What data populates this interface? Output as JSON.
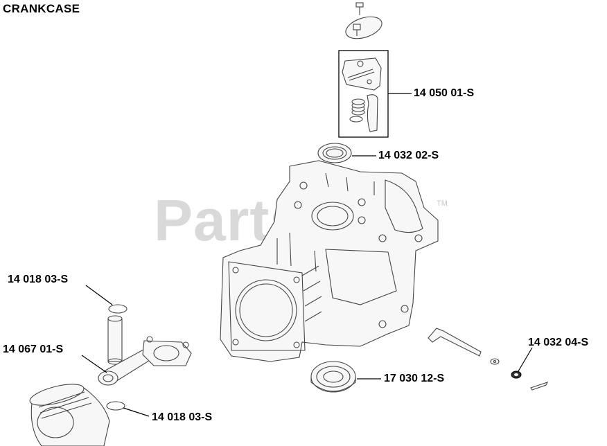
{
  "title": "CRANKCASE",
  "watermark": {
    "text": "PartsTree",
    "trademark": "TM"
  },
  "callouts": [
    {
      "id": "valve-kit",
      "part_number": "14 050 01-S"
    },
    {
      "id": "oil-seal-top",
      "part_number": "14 032 02-S"
    },
    {
      "id": "retaining-ring-upper",
      "part_number": "14 018 03-S"
    },
    {
      "id": "connecting-rod",
      "part_number": "14 067 01-S"
    },
    {
      "id": "retaining-ring-lower",
      "part_number": "14 018 03-S"
    },
    {
      "id": "ball-bearing",
      "part_number": "17 030 12-S"
    },
    {
      "id": "oil-seal-governor",
      "part_number": "14 032 04-S"
    }
  ]
}
